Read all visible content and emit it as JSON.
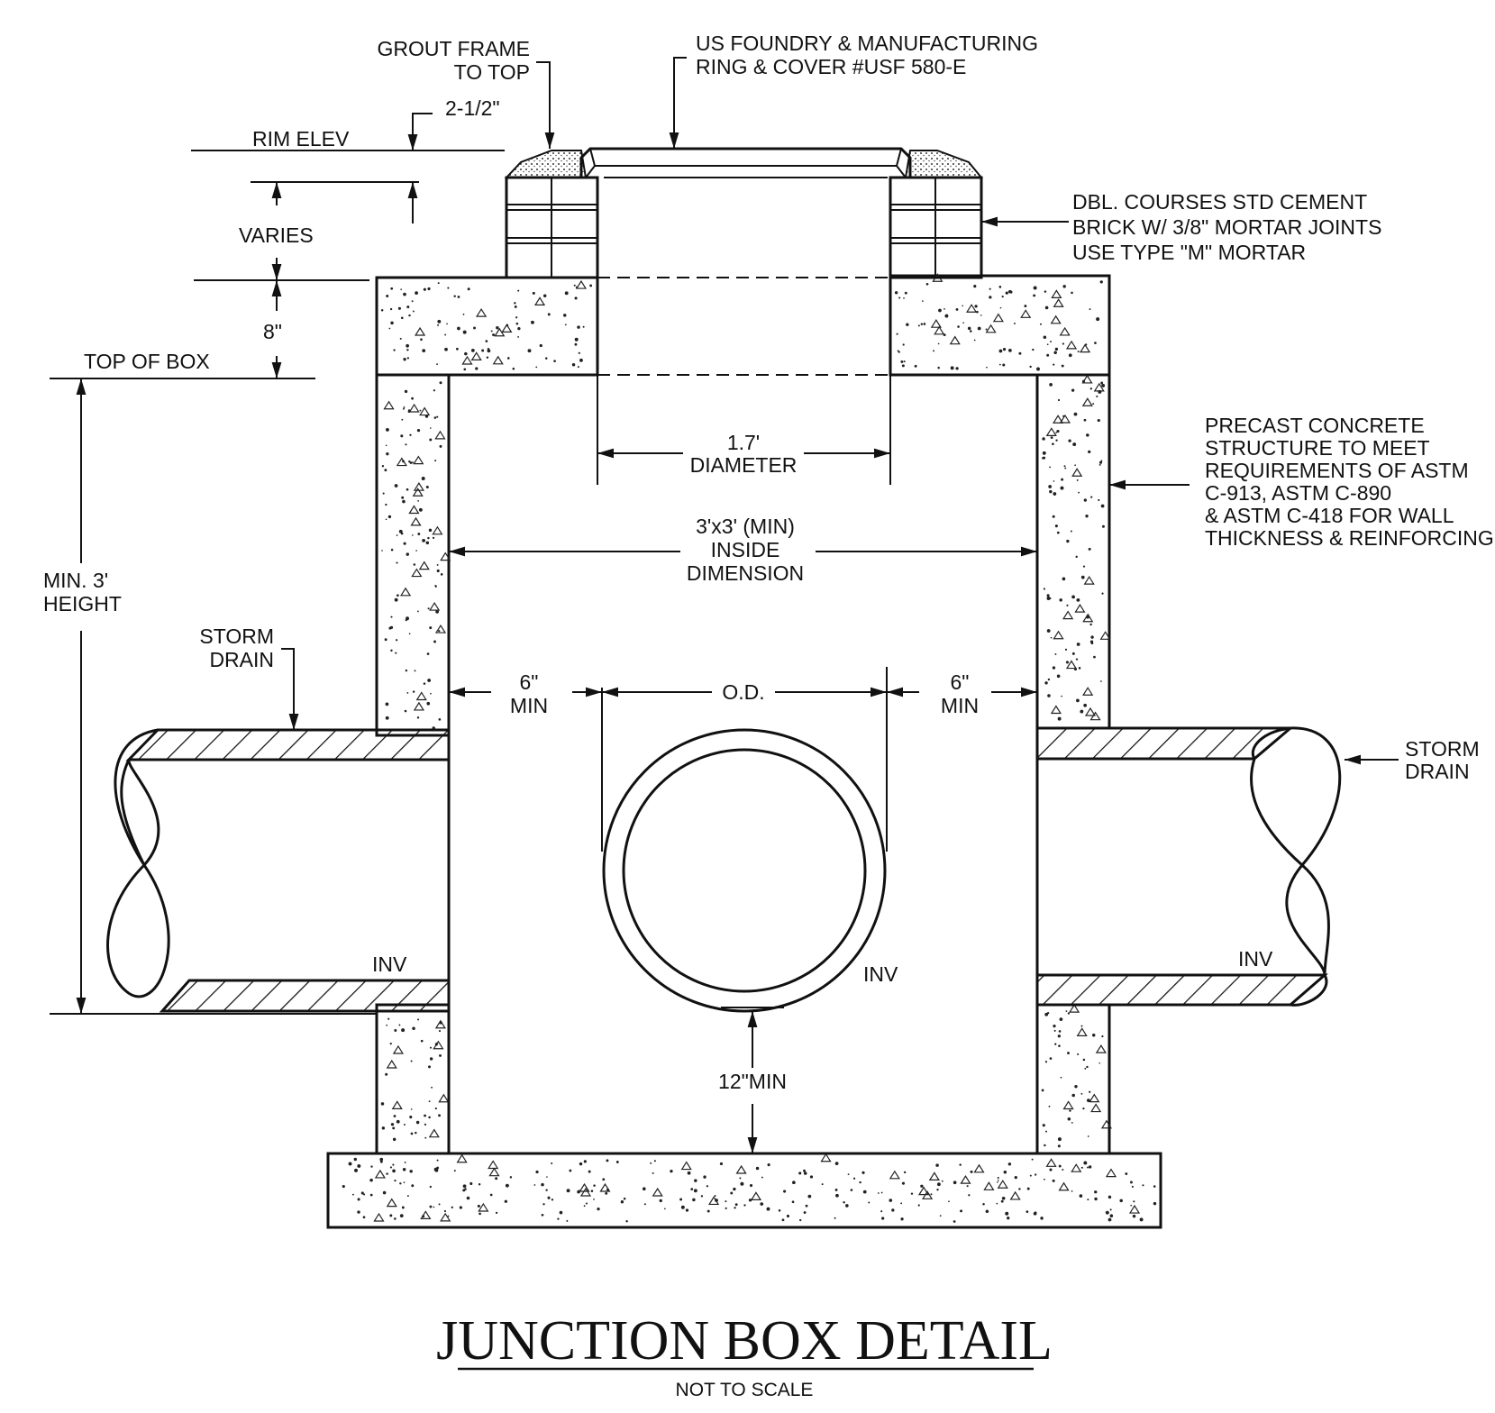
{
  "title": "JUNCTION BOX DETAIL",
  "subtitle": "NOT TO SCALE",
  "labels": {
    "grout_frame": [
      "GROUT FRAME",
      "TO TOP"
    ],
    "us_foundry": [
      "US FOUNDRY & MANUFACTURING",
      "RING & COVER #USF 580-E"
    ],
    "dim_2_5": "2-1/2\"",
    "rim_elev": "RIM ELEV",
    "varies": "VARIES",
    "dim_8": "8\"",
    "top_of_box": "TOP OF BOX",
    "brick": [
      "DBL. COURSES STD CEMENT",
      "BRICK W/ 3/8\" MORTAR JOINTS",
      "USE TYPE \"M\" MORTAR"
    ],
    "precast": [
      "PRECAST CONCRETE",
      "STRUCTURE TO MEET",
      "REQUIREMENTS OF ASTM",
      "C-913, ASTM C-890",
      "& ASTM C-418 FOR WALL",
      "THICKNESS & REINFORCING"
    ],
    "diameter": [
      "1.7'",
      "DIAMETER"
    ],
    "inside_dim": [
      "3'x3' (MIN)",
      "INSIDE",
      "DIMENSION"
    ],
    "min_height": [
      "MIN. 3'",
      "HEIGHT"
    ],
    "storm_drain_left": [
      "STORM",
      "DRAIN"
    ],
    "storm_drain_right": [
      "STORM",
      "DRAIN"
    ],
    "six_min_left": [
      "6\"",
      "MIN"
    ],
    "od": "O.D.",
    "six_min_right": [
      "6\"",
      "MIN"
    ],
    "inv_left": "INV",
    "inv_center": "INV",
    "inv_right": "INV",
    "twelve_min": "12\"MIN"
  }
}
